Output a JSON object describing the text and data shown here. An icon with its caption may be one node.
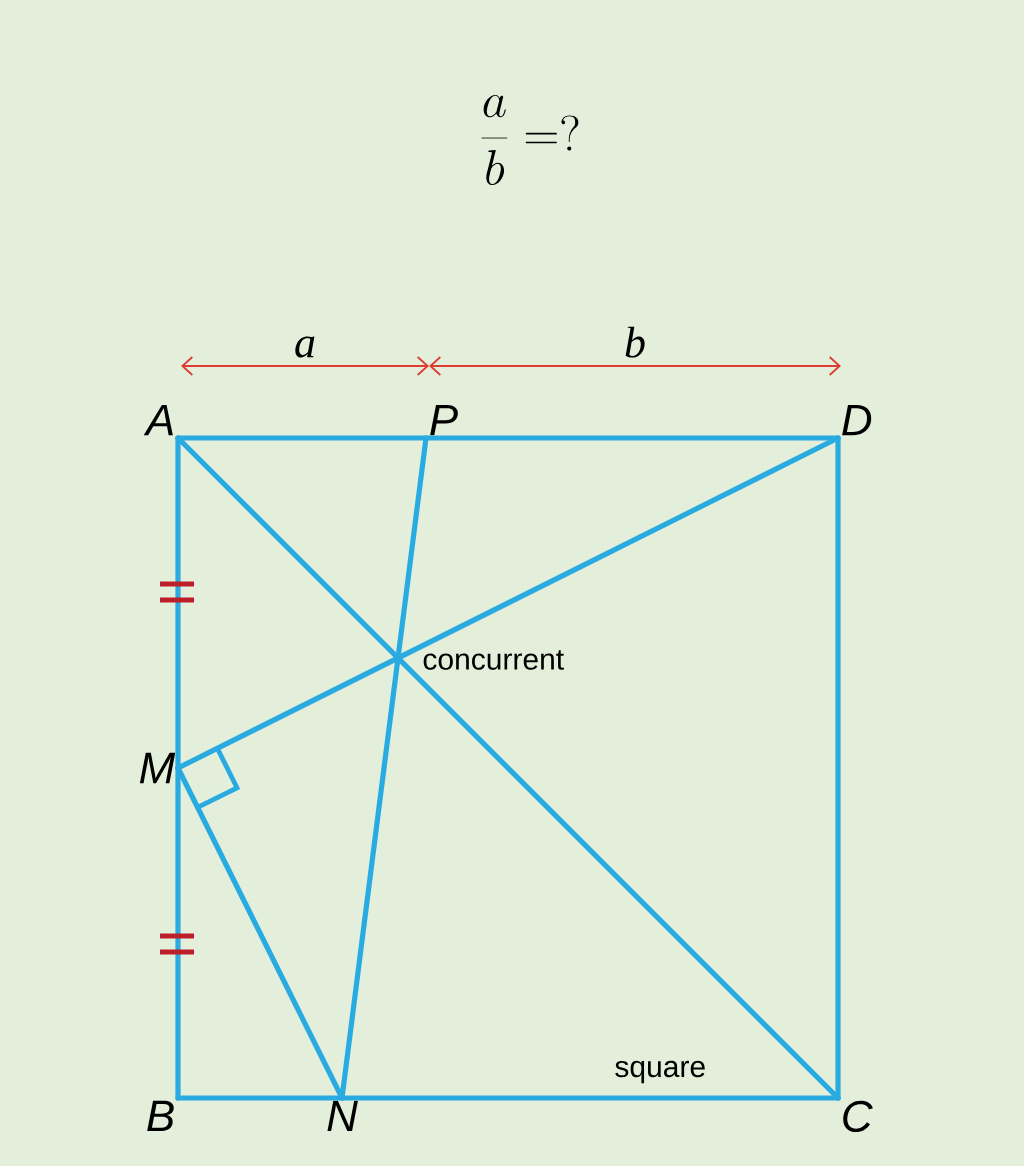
{
  "diagram": {
    "title": "\\frac{a}{b}=?",
    "nodes": [
      {
        "text": [
          "A"
        ]
      },
      {
        "text": [
          "P"
        ]
      },
      {
        "text": [
          "D"
        ]
      },
      {
        "text": [
          "M"
        ]
      },
      {
        "text": [
          "B"
        ]
      },
      {
        "text": [
          "N"
        ]
      },
      {
        "text": [
          "C"
        ]
      }
    ],
    "edges": [
      {
        "from": 0,
        "to": 1,
        "arrow": "none"
      },
      {
        "from": 1,
        "to": 2,
        "arrow": "none"
      },
      {
        "from": 0,
        "to": 3,
        "arrow": "none"
      },
      {
        "from": 3,
        "to": 4,
        "arrow": "none"
      },
      {
        "from": 4,
        "to": 5,
        "arrow": "none"
      },
      {
        "from": 5,
        "to": 6,
        "arrow": "none"
      },
      {
        "from": 2,
        "to": 6,
        "arrow": "none"
      },
      {
        "from": 0,
        "to": 6,
        "arrow": "none"
      },
      {
        "from": 1,
        "to": 5,
        "arrow": "none"
      },
      {
        "from": 3,
        "to": 2,
        "arrow": "none"
      },
      {
        "from": 3,
        "to": 5,
        "arrow": "none"
      },
      {
        "from": 0,
        "to": 1,
        "arrow": "both",
        "label": "a",
        "color": "#dc3c32"
      },
      {
        "from": 1,
        "to": 2,
        "arrow": "both",
        "label": "b",
        "color": "#dc3c32"
      }
    ],
    "labels": [
      "concurrent",
      "square"
    ]
  }
}
